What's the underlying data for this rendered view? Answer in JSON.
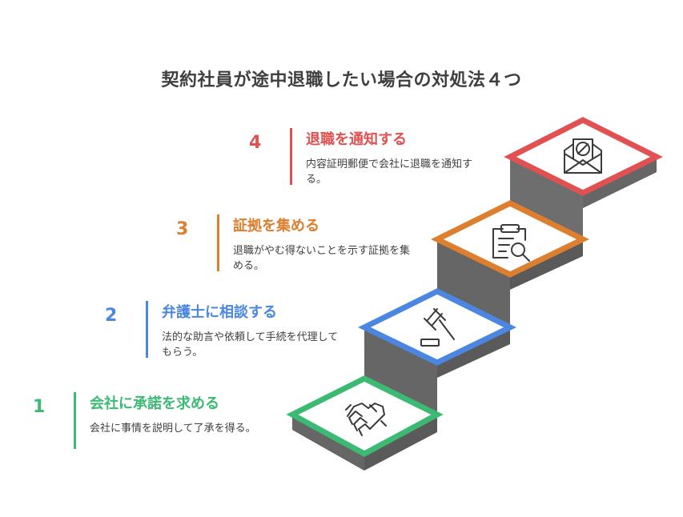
{
  "title": "契約社員が途中退職したい場合の対処法４つ",
  "colors": {
    "step1": "#3cba73",
    "step2": "#4b87e0",
    "step3": "#dd7f2e",
    "step4": "#e15151",
    "stair_side": "#5c5c5c",
    "stair_front": "#6b6b6b"
  },
  "steps": [
    {
      "number": "1",
      "title": "会社に承諾を求める",
      "description": "会社に事情を説明して了承を得る。",
      "icon": "handshake-icon"
    },
    {
      "number": "2",
      "title": "弁護士に相談する",
      "description": "法的な助言や依頼して手続を代理してもらう。",
      "icon": "gavel-icon"
    },
    {
      "number": "3",
      "title": "証拠を集める",
      "description": "退職がやむ得ないことを示す証拠を集める。",
      "icon": "clipboard-search-icon"
    },
    {
      "number": "4",
      "title": "退職を通知する",
      "description": "内容証明郵便で会社に退職を通知する。",
      "icon": "mail-block-icon"
    }
  ]
}
